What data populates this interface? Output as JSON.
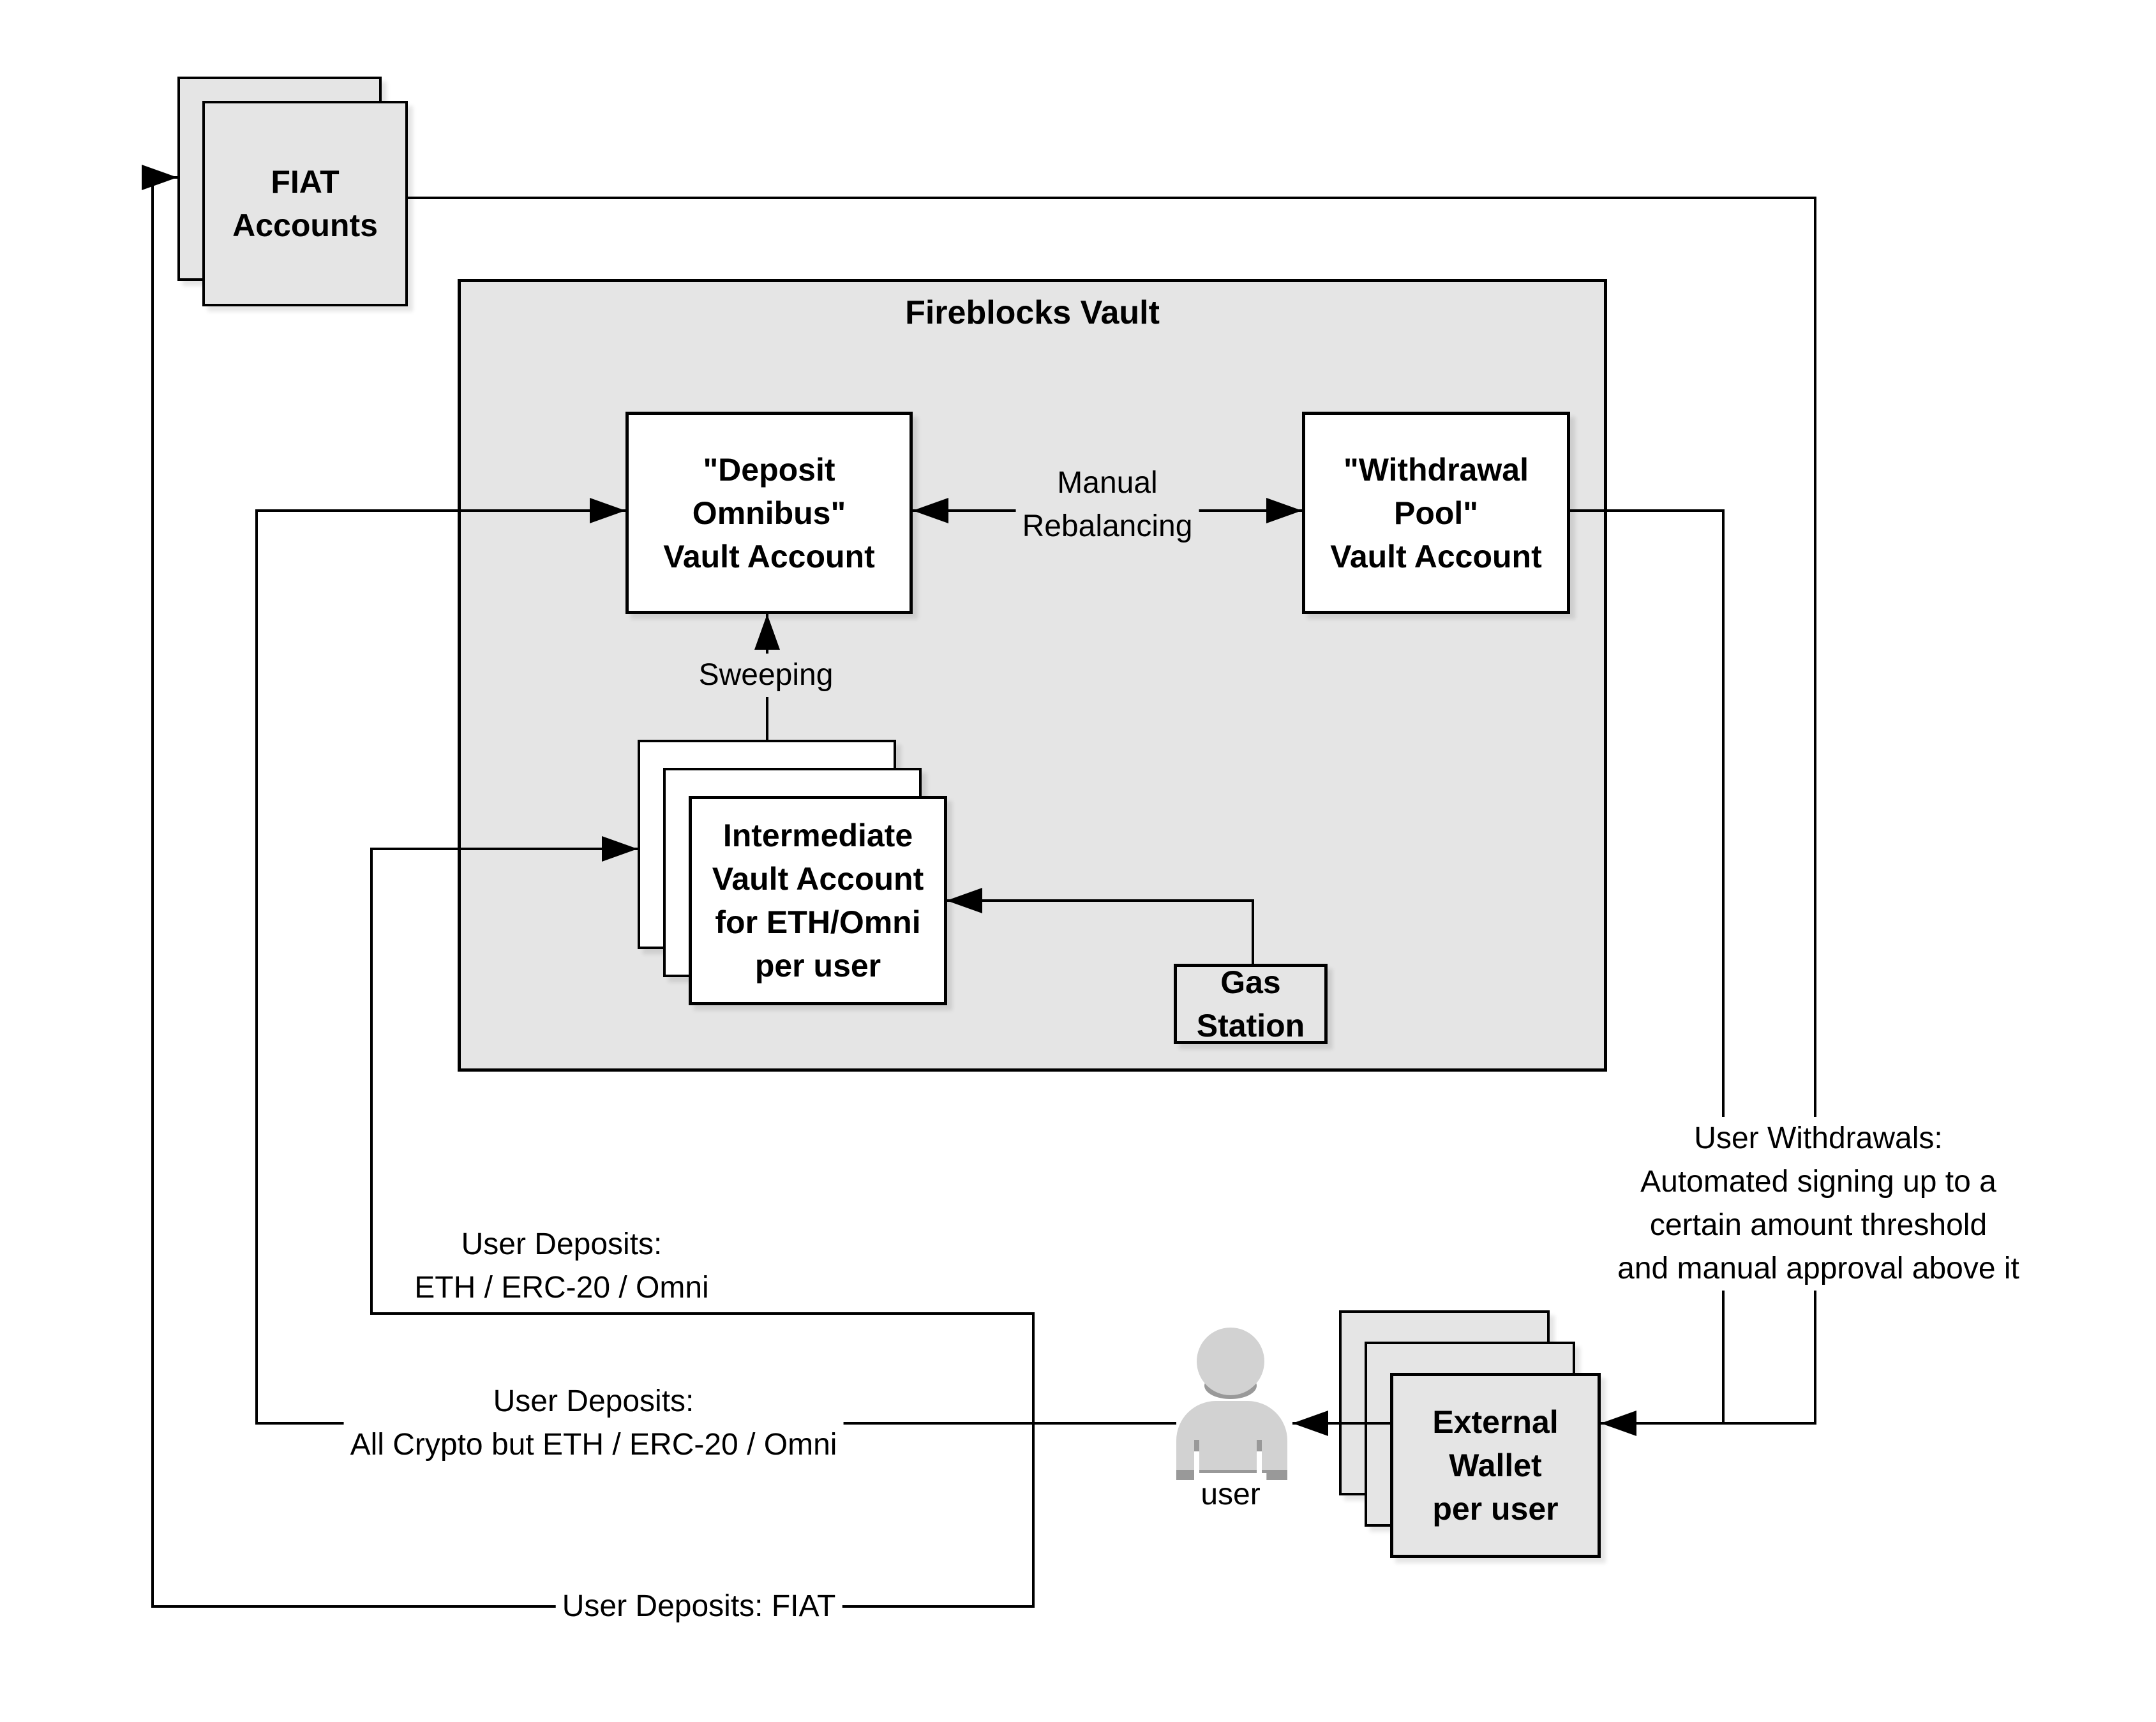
{
  "diagram": {
    "vault": {
      "title": "Fireblocks Vault"
    },
    "nodes": {
      "fiat_accounts": {
        "lines": [
          "FIAT",
          "Accounts"
        ]
      },
      "deposit_omnibus": {
        "lines": [
          "\"Deposit",
          "Omnibus\"",
          "Vault Account"
        ]
      },
      "withdrawal_pool": {
        "lines": [
          "\"Withdrawal",
          "Pool\"",
          "Vault Account"
        ]
      },
      "intermediate_vault": {
        "lines": [
          "Intermediate",
          "Vault Account",
          "for ETH/Omni",
          "per user"
        ]
      },
      "gas_station": {
        "lines": [
          "Gas",
          "Station"
        ]
      },
      "external_wallet": {
        "lines": [
          "External",
          "Wallet",
          "per user"
        ]
      },
      "user": {
        "label": "user"
      }
    },
    "edges": {
      "manual_rebalancing": {
        "lines": [
          "Manual",
          "Rebalancing"
        ]
      },
      "sweeping": {
        "label": "Sweeping"
      },
      "user_deposits_eth": {
        "lines": [
          "User Deposits:",
          "ETH / ERC-20 / Omni"
        ]
      },
      "user_deposits_all": {
        "lines": [
          "User Deposits:",
          "All Crypto but ETH / ERC-20 / Omni"
        ]
      },
      "user_deposits_fiat": {
        "label": "User Deposits: FIAT"
      },
      "user_withdrawals": {
        "lines": [
          "User Withdrawals:",
          "Automated signing up to a",
          "certain amount threshold",
          "and manual approval above it"
        ]
      }
    },
    "colors": {
      "line": "#000000",
      "node_fill": "#ffffff",
      "container_fill": "#e5e5e5",
      "stack_fill": "#e5e5e5",
      "figure_fill": "#d2d2d2",
      "figure_accent": "#999999"
    }
  }
}
